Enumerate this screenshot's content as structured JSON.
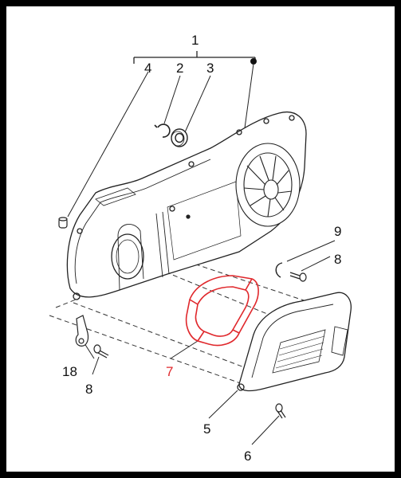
{
  "diagram": {
    "part_labels": {
      "p1": "1",
      "p2": "2",
      "p3": "3",
      "p4": "4",
      "p5": "5",
      "p6": "6",
      "p7": "7",
      "p8a": "8",
      "p8b": "8",
      "p9": "9",
      "p18": "18"
    },
    "colors": {
      "frame": "#000000",
      "background": "#ffffff",
      "line": "#222222",
      "highlight": "#e0282c"
    },
    "highlighted_part": "7"
  }
}
